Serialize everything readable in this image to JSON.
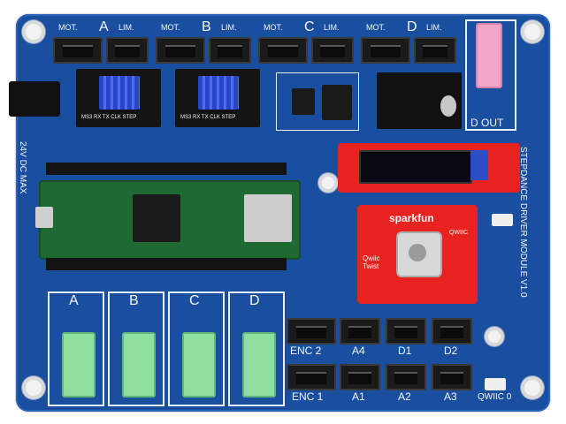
{
  "board": {
    "title": "STEPDANCE DRIVER MODULE  V1.0",
    "power_label": "24V DC MAX",
    "d_out_label": "D OUT",
    "qwiic_label": "QWIIC 0"
  },
  "motor_headers": [
    {
      "letter": "A",
      "mot": "MOT.",
      "lim": "LIM."
    },
    {
      "letter": "B",
      "mot": "MOT.",
      "lim": "LIM."
    },
    {
      "letter": "C",
      "mot": "MOT.",
      "lim": "LIM."
    },
    {
      "letter": "D",
      "mot": "MOT.",
      "lim": "LIM."
    }
  ],
  "audio_channels": [
    "A",
    "B",
    "C",
    "D"
  ],
  "encoder_labels": {
    "row1": [
      "ENC 2",
      "A4",
      "D1",
      "D2"
    ],
    "row2": [
      "ENC 1",
      "A1",
      "A2",
      "A3"
    ]
  },
  "sparkfun": {
    "brand": "sparkfun",
    "product": "Qwiic Twist",
    "tag": "QWIIC"
  },
  "driver_silk": [
    "MS3 RX TX CLK STEP",
    "MS3 RX TX CLK STEP"
  ],
  "colors": {
    "pcb": "#1a4fa0",
    "silkscreen": "#f5f5f5",
    "teensy": "#1f6a32",
    "sparkfun_red": "#e8231f",
    "jack_green": "#8fe0a0",
    "heatsink_blue": "#3b5ce0"
  }
}
